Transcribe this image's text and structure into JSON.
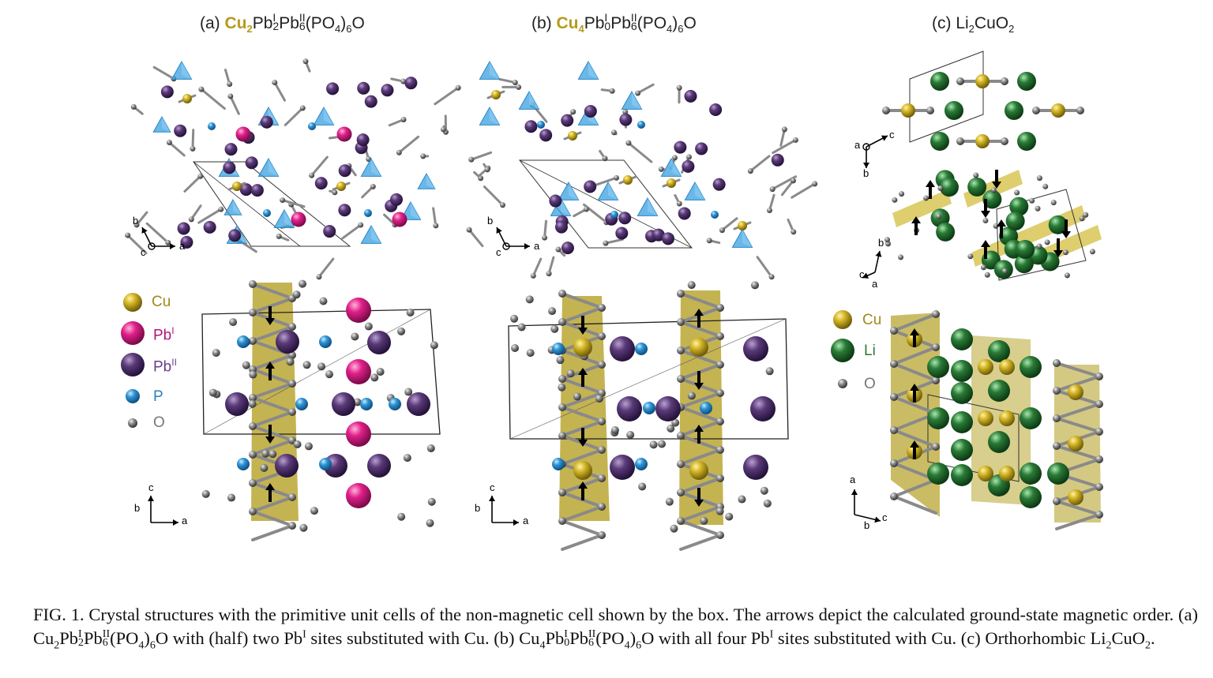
{
  "panels": {
    "a": {
      "label": "(a) ",
      "cu": "Cu",
      "cu_sub": "2",
      "rest1": "Pb",
      "sup1": "I",
      "sub1": "2",
      "rest2": "Pb",
      "sup2": "II",
      "sub2": "6",
      "rest3": "(PO",
      "sub3": "4",
      "rest4": ")",
      "sub4": "6",
      "rest5": "O"
    },
    "b": {
      "label": "(b) ",
      "cu": "Cu",
      "cu_sub": "4",
      "rest1": "Pb",
      "sup1": "I",
      "sub1": "0",
      "rest2": "Pb",
      "sup2": "II",
      "sub2": "6",
      "rest3": "(PO",
      "sub3": "4",
      "rest4": ")",
      "sub4": "6",
      "rest5": "O"
    },
    "c": {
      "label": "(c) Li",
      "sub1": "2",
      "rest1": "CuO",
      "sub2": "2"
    }
  },
  "legend_left": {
    "items": [
      {
        "name": "Cu",
        "sup": "",
        "color": "#c9ad1e",
        "text_color": "#a08a17"
      },
      {
        "name": "Pb",
        "sup": "I",
        "color": "#e0208a",
        "text_color": "#b0177a"
      },
      {
        "name": "Pb",
        "sup": "II",
        "color": "#5a3a78",
        "text_color": "#6a3f8a"
      },
      {
        "name": "P",
        "sup": "",
        "color": "#2f95d6",
        "text_color": "#2a7fc0"
      },
      {
        "name": "O",
        "sup": "",
        "color": "#777777",
        "text_color": "#777777"
      }
    ]
  },
  "legend_right": {
    "items": [
      {
        "name": "Cu",
        "color": "#c9ad1e",
        "text_color": "#a08a17"
      },
      {
        "name": "Li",
        "color": "#1f6b2c",
        "text_color": "#2d7a38"
      },
      {
        "name": "O",
        "color": "#777777",
        "text_color": "#777777"
      }
    ]
  },
  "axes": {
    "a_top": {
      "v": "b",
      "h": "a",
      "o": "c"
    },
    "b_top": {
      "v": "b",
      "h": "a",
      "o": "c"
    },
    "a_bottom": {
      "v": "c",
      "h": "a",
      "o": "b"
    },
    "b_bottom": {
      "v": "c",
      "h": "a",
      "o": "b"
    },
    "c_top": {
      "v": "b",
      "h": "c",
      "o": "a"
    },
    "c_mid": {
      "v": "b",
      "h": "c",
      "o": "a"
    },
    "c_bottom": {
      "v": "a",
      "h": "c",
      "o": "b"
    }
  },
  "caption": {
    "p1": "FIG. 1.  Crystal structures with the primitive unit cells of the non-magnetic cell shown by the box.  The arrows depict the calculated ground-state magnetic order.  (a) Cu",
    "p1_sub": "2",
    "p2": "Pb",
    "p2_sup": "I",
    "p2_sub": "2",
    "p3": "Pb",
    "p3_sup": "II",
    "p3_sub": "6",
    "p4": "(PO",
    "p4_sub": "4",
    "p5": ")",
    "p5_sub": "6",
    "p6": "O with (half) two Pb",
    "p6_sup": "I",
    "p7": " sites substituted with Cu.  (b) Cu",
    "p7_sub": "4",
    "p8": "Pb",
    "p8_sup": "I",
    "p8_sub": "0",
    "p9": "Pb",
    "p9_sup": "II",
    "p9_sub": "6",
    "p10": "(PO",
    "p10_sub": "4",
    "p11": ")",
    "p11_sub": "6",
    "p12": "O with all four Pb",
    "p12_sup": "I",
    "p13": " sites substituted with Cu.  (c) Orthorhombic Li",
    "p13_sub": "2",
    "p14": "CuO",
    "p14_sub": "2",
    "p15": "."
  }
}
